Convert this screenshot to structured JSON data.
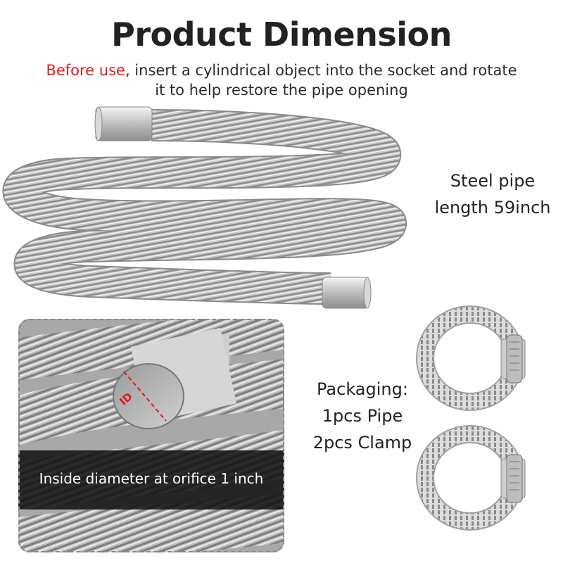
{
  "header": {
    "title": "Product Dimension",
    "subtitle_highlight": "Before use",
    "subtitle_rest_line1": ", insert a cylindrical object into the socket and rotate",
    "subtitle_line2": "it to help restore the pipe opening"
  },
  "pipe": {
    "label_line1": "Steel pipe",
    "label_line2": "length 59inch"
  },
  "detail": {
    "id_marker": "ID",
    "caption": "Inside diameter at orifice 1 inch"
  },
  "packaging": {
    "heading": "Packaging:",
    "item1": "1pcs Pipe",
    "item2": "2pcs Clamp"
  },
  "colors": {
    "highlight": "#e21b1b",
    "text": "#222222",
    "steel": "#b9b9b9"
  }
}
